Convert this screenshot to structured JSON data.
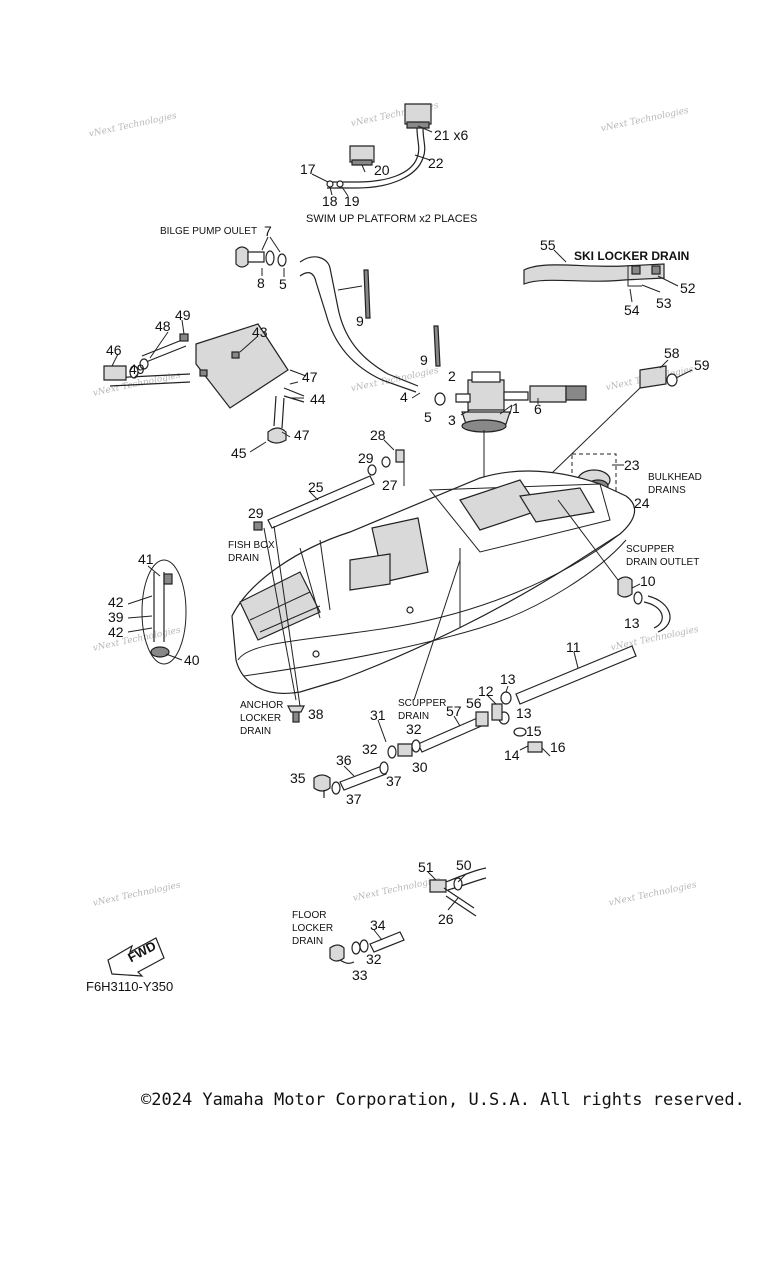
{
  "diagram": {
    "code": "F6H3110-Y350",
    "copyright": "©2024 Yamaha Motor Corporation, U.S.A. All rights reserved.",
    "watermark": "vNext Technologies",
    "fwd": "FWD",
    "captions": {
      "swim_up": "SWIM UP PLATFORM x2 PLACES",
      "bilge_pump": "BILGE PUMP OULET",
      "ski_locker": "SKI LOCKER DRAIN",
      "bulkhead_1": "BULKHEAD",
      "bulkhead_2": "DRAINS",
      "scupper_outlet_1": "SCUPPER",
      "scupper_outlet_2": "DRAIN OUTLET",
      "fish_box_1": "FISH BOX",
      "fish_box_2": "DRAIN",
      "anchor_1": "ANCHOR",
      "anchor_2": "LOCKER",
      "anchor_3": "DRAIN",
      "scupper_1": "SCUPPER",
      "scupper_2": "DRAIN",
      "floor_1": "FLOOR",
      "floor_2": "LOCKER",
      "floor_3": "DRAIN"
    },
    "labels": {
      "p1": "1",
      "p2": "2",
      "p3": "3",
      "p4": "4",
      "p5a": "5",
      "p5b": "5",
      "p6": "6",
      "p7": "7",
      "p8": "8",
      "p9a": "9",
      "p9b": "9",
      "p10": "10",
      "p11": "11",
      "p12": "12",
      "p13a": "13",
      "p13b": "13",
      "p13c": "13",
      "p14": "14",
      "p15": "15",
      "p16": "16",
      "p17": "17",
      "p18": "18",
      "p19": "19",
      "p20": "20",
      "p21": "21 x6",
      "p22": "22",
      "p23": "23",
      "p24": "24",
      "p25": "25",
      "p26": "26",
      "p27": "27",
      "p28": "28",
      "p29a": "29",
      "p29b": "29",
      "p30": "30",
      "p31": "31",
      "p32a": "32",
      "p32b": "32",
      "p32c": "32",
      "p33": "33",
      "p34": "34",
      "p35": "35",
      "p36": "36",
      "p37a": "37",
      "p37b": "37",
      "p38": "38",
      "p39": "39",
      "p40": "40",
      "p41": "41",
      "p42a": "42",
      "p42b": "42",
      "p43": "43",
      "p44": "44",
      "p45": "45",
      "p46": "46",
      "p47a": "47",
      "p47b": "47",
      "p48": "48",
      "p49a": "49",
      "p49b": "49",
      "p50": "50",
      "p51": "51",
      "p52": "52",
      "p53": "53",
      "p54": "54",
      "p55": "55",
      "p56": "56",
      "p57": "57",
      "p58": "58",
      "p59": "59"
    }
  }
}
